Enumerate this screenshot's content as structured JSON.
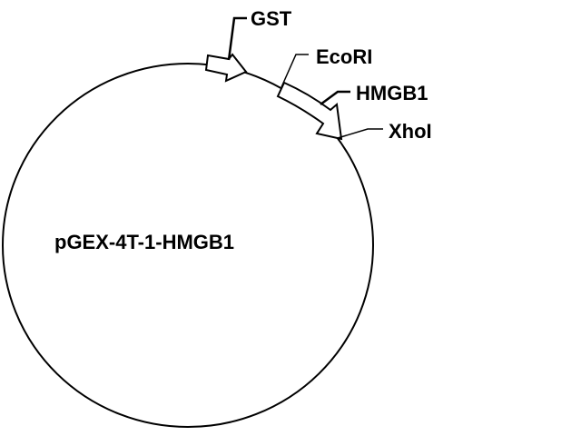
{
  "plasmid": {
    "name": "pGEX-4T-1-HMGB1"
  },
  "features": {
    "gst": "GST",
    "ecori": "EcoRI",
    "hmgb1": "HMGB1",
    "xhoi": "XhoI"
  },
  "colors": {
    "stroke": "#000000",
    "fill": "#ffffff"
  }
}
